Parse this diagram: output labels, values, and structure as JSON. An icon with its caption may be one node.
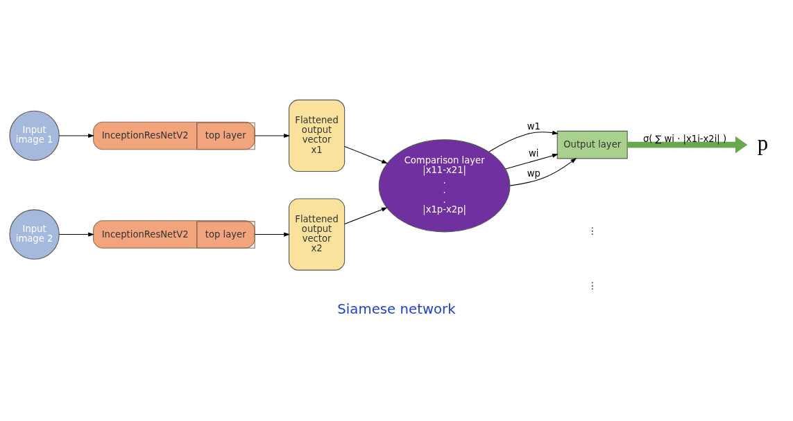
{
  "diagram": {
    "caption": "Siamese network",
    "nodes": [
      {
        "text": [
          "Input image 1"
        ]
      },
      {
        "text": [
          "InceptionResNetV2",
          "top layer"
        ]
      },
      {
        "text": [
          "Flattened output vector x1"
        ]
      },
      {
        "text": [
          "Input image 2"
        ]
      },
      {
        "text": [
          "InceptionResNetV2",
          "top layer"
        ]
      },
      {
        "text": [
          "Flattened output vector x2"
        ]
      },
      {
        "text": [
          "Comparison layer",
          "|x11-x21|",
          ".",
          ".",
          ".",
          "|x1p-x2p|"
        ]
      },
      {
        "text": [
          "Output layer"
        ]
      },
      {
        "text": [
          "p"
        ]
      }
    ],
    "edges": [
      {
        "from": 0,
        "to": 1,
        "arrow": "to"
      },
      {
        "from": 1,
        "to": 2,
        "arrow": "to"
      },
      {
        "from": 2,
        "to": 6,
        "arrow": "to"
      },
      {
        "from": 3,
        "to": 4,
        "arrow": "to"
      },
      {
        "from": 4,
        "to": 5,
        "arrow": "to"
      },
      {
        "from": 5,
        "to": 6,
        "arrow": "to"
      },
      {
        "from": 6,
        "to": 7,
        "arrow": "to",
        "label": "w1"
      },
      {
        "from": 6,
        "to": 7,
        "arrow": "to",
        "label": "wi"
      },
      {
        "from": 6,
        "to": 7,
        "arrow": "to",
        "label": "wp"
      },
      {
        "from": 7,
        "to": 8,
        "arrow": "to",
        "label": "σ( ∑ wi · |x1i-x2i| )",
        "style": "thick",
        "color": "#6aa84f"
      }
    ],
    "labels": [
      "⋮",
      "⋮"
    ]
  }
}
